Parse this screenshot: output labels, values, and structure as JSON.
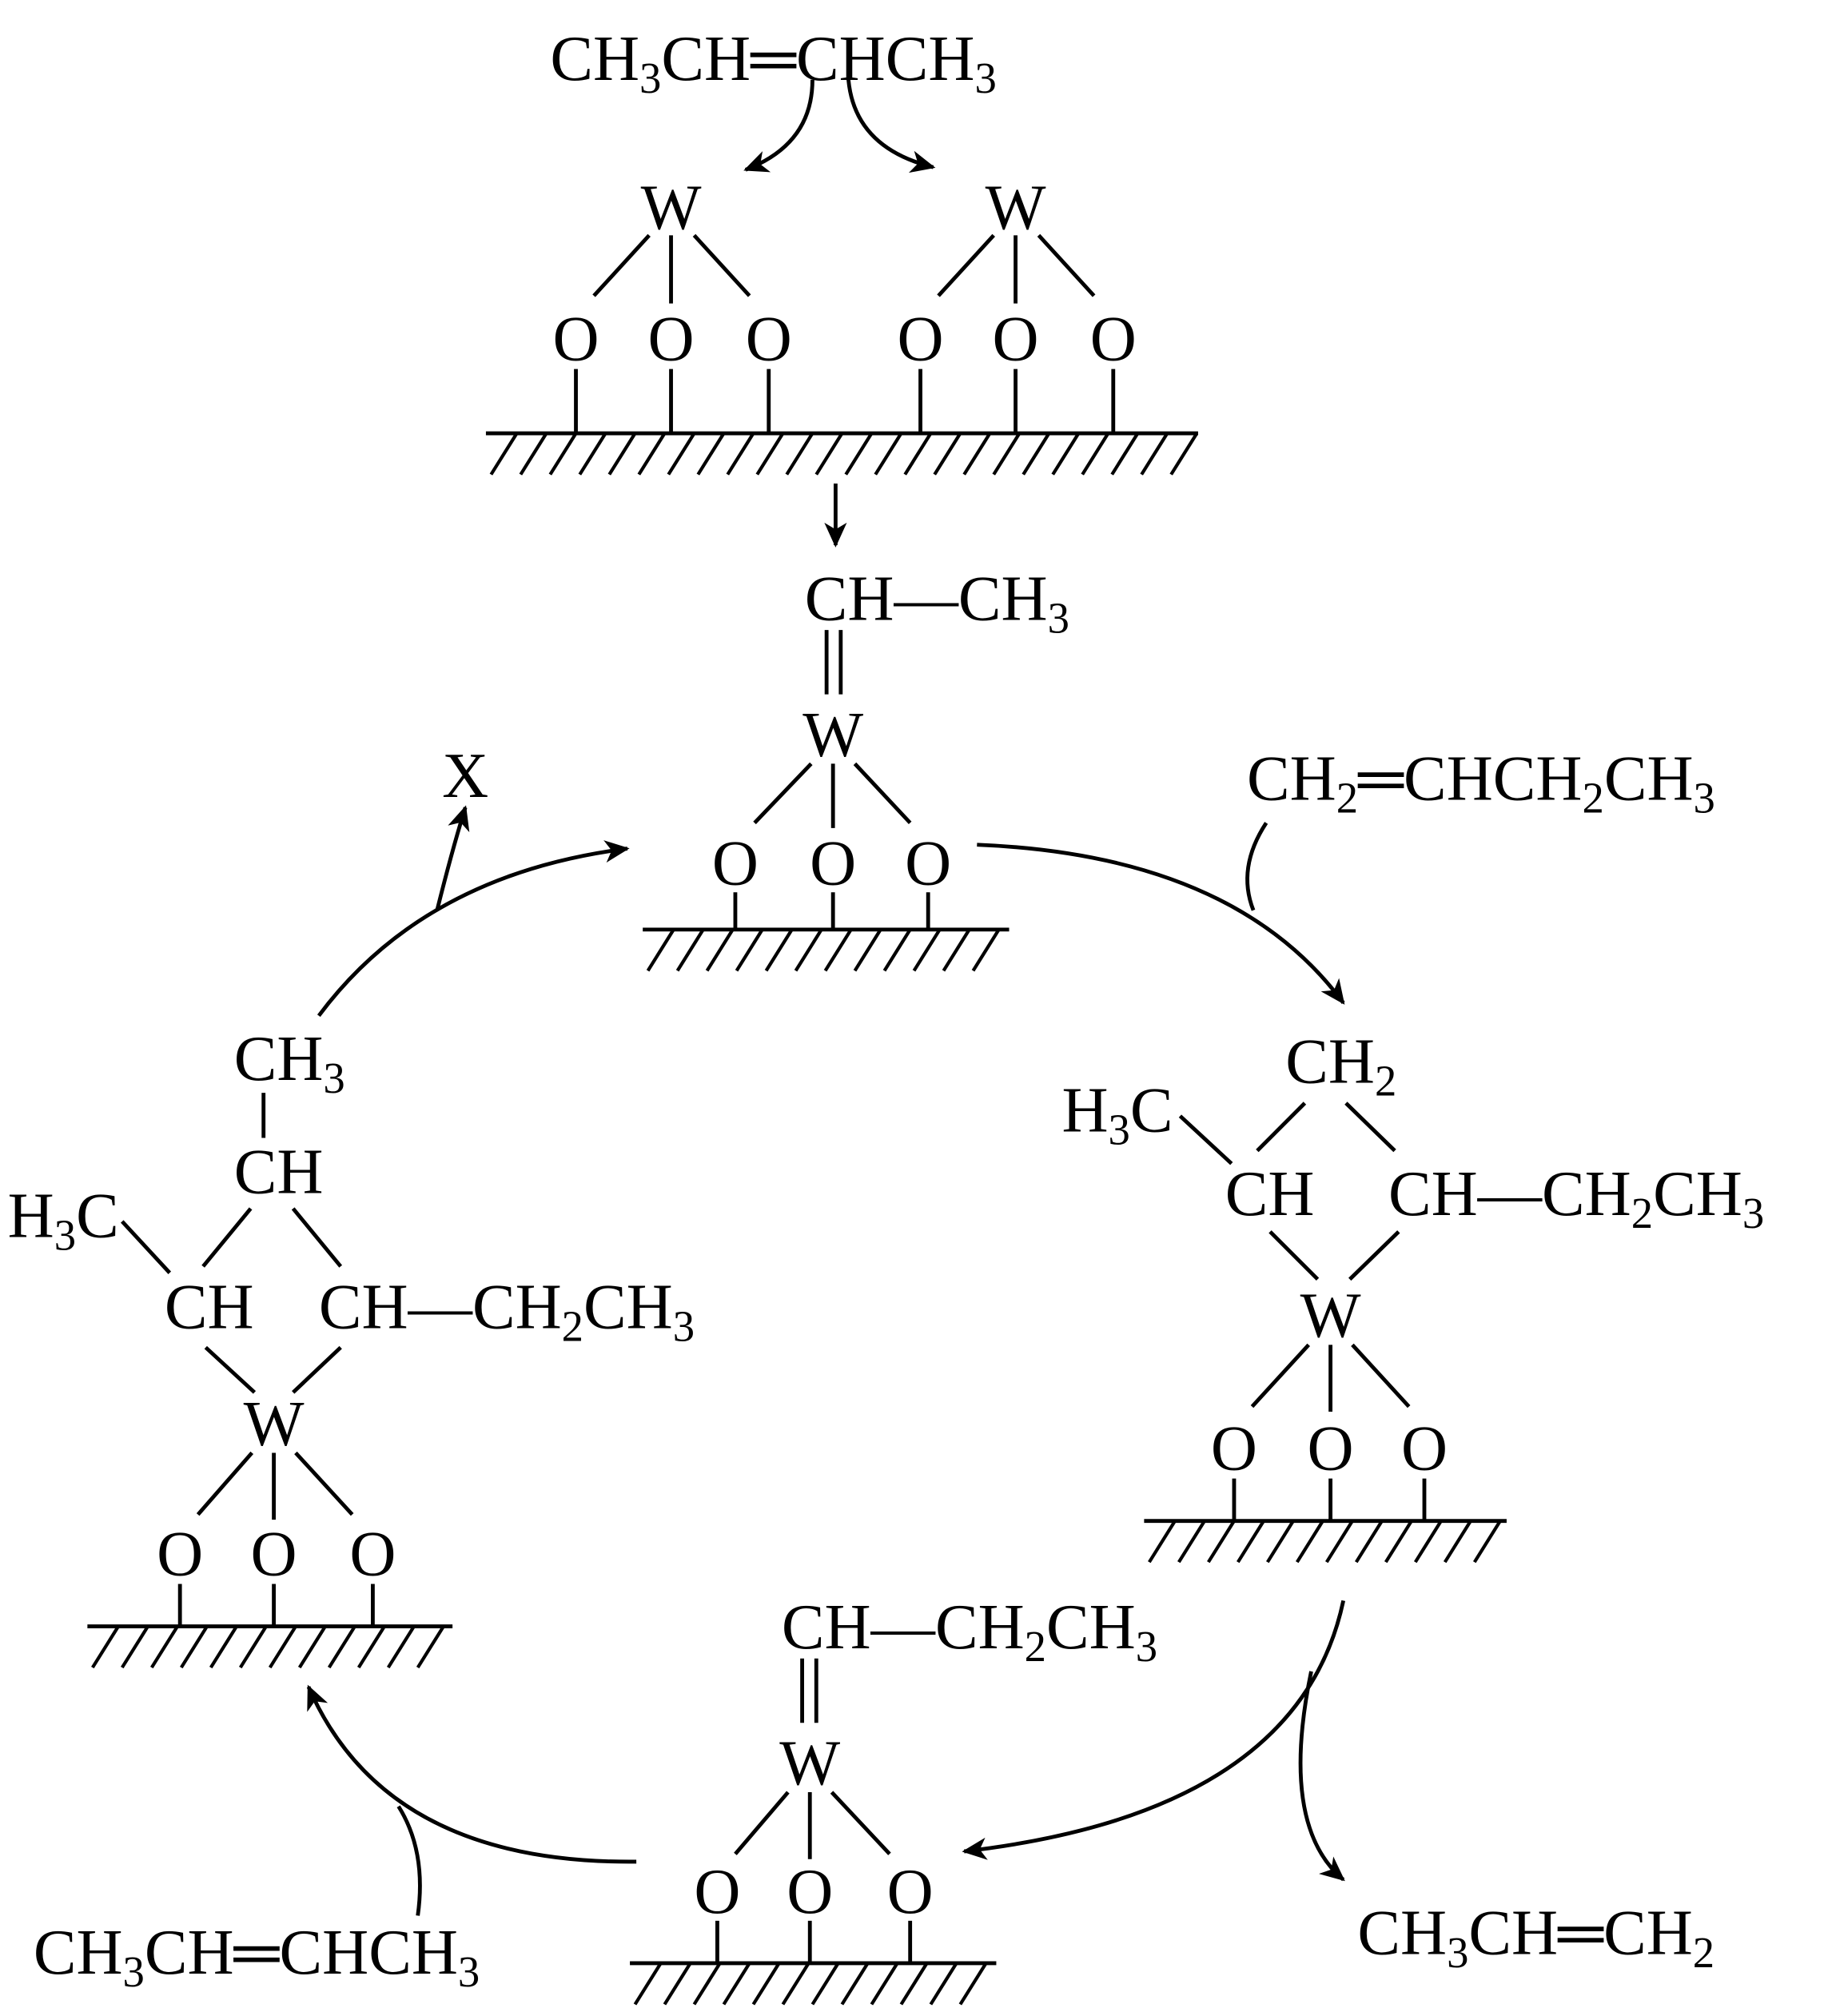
{
  "diagram": {
    "start_reactant": "CH3CH═CHCH3",
    "catalyst_metal": "W",
    "support_oxygen": "O",
    "carbene_1": "CH—CH3",
    "reactant_2": "CH2═CHCH2CH3",
    "right_ring": {
      "top": "CH2",
      "left_sub": "H3C",
      "left": "CH",
      "right": "CH—CH2CH3"
    },
    "product_1": "CH3CH═CH2",
    "carbene_2": "CH—CH2CH3",
    "reactant_3": "CH3CH═CHCH3",
    "left_ring": {
      "top_sub": "CH3",
      "top": "CH",
      "left_sub": "H3C",
      "left": "CH",
      "right": "CH—CH2CH3"
    },
    "product_x": "X",
    "colors": {
      "ink": "#000000",
      "background": "#ffffff"
    }
  }
}
